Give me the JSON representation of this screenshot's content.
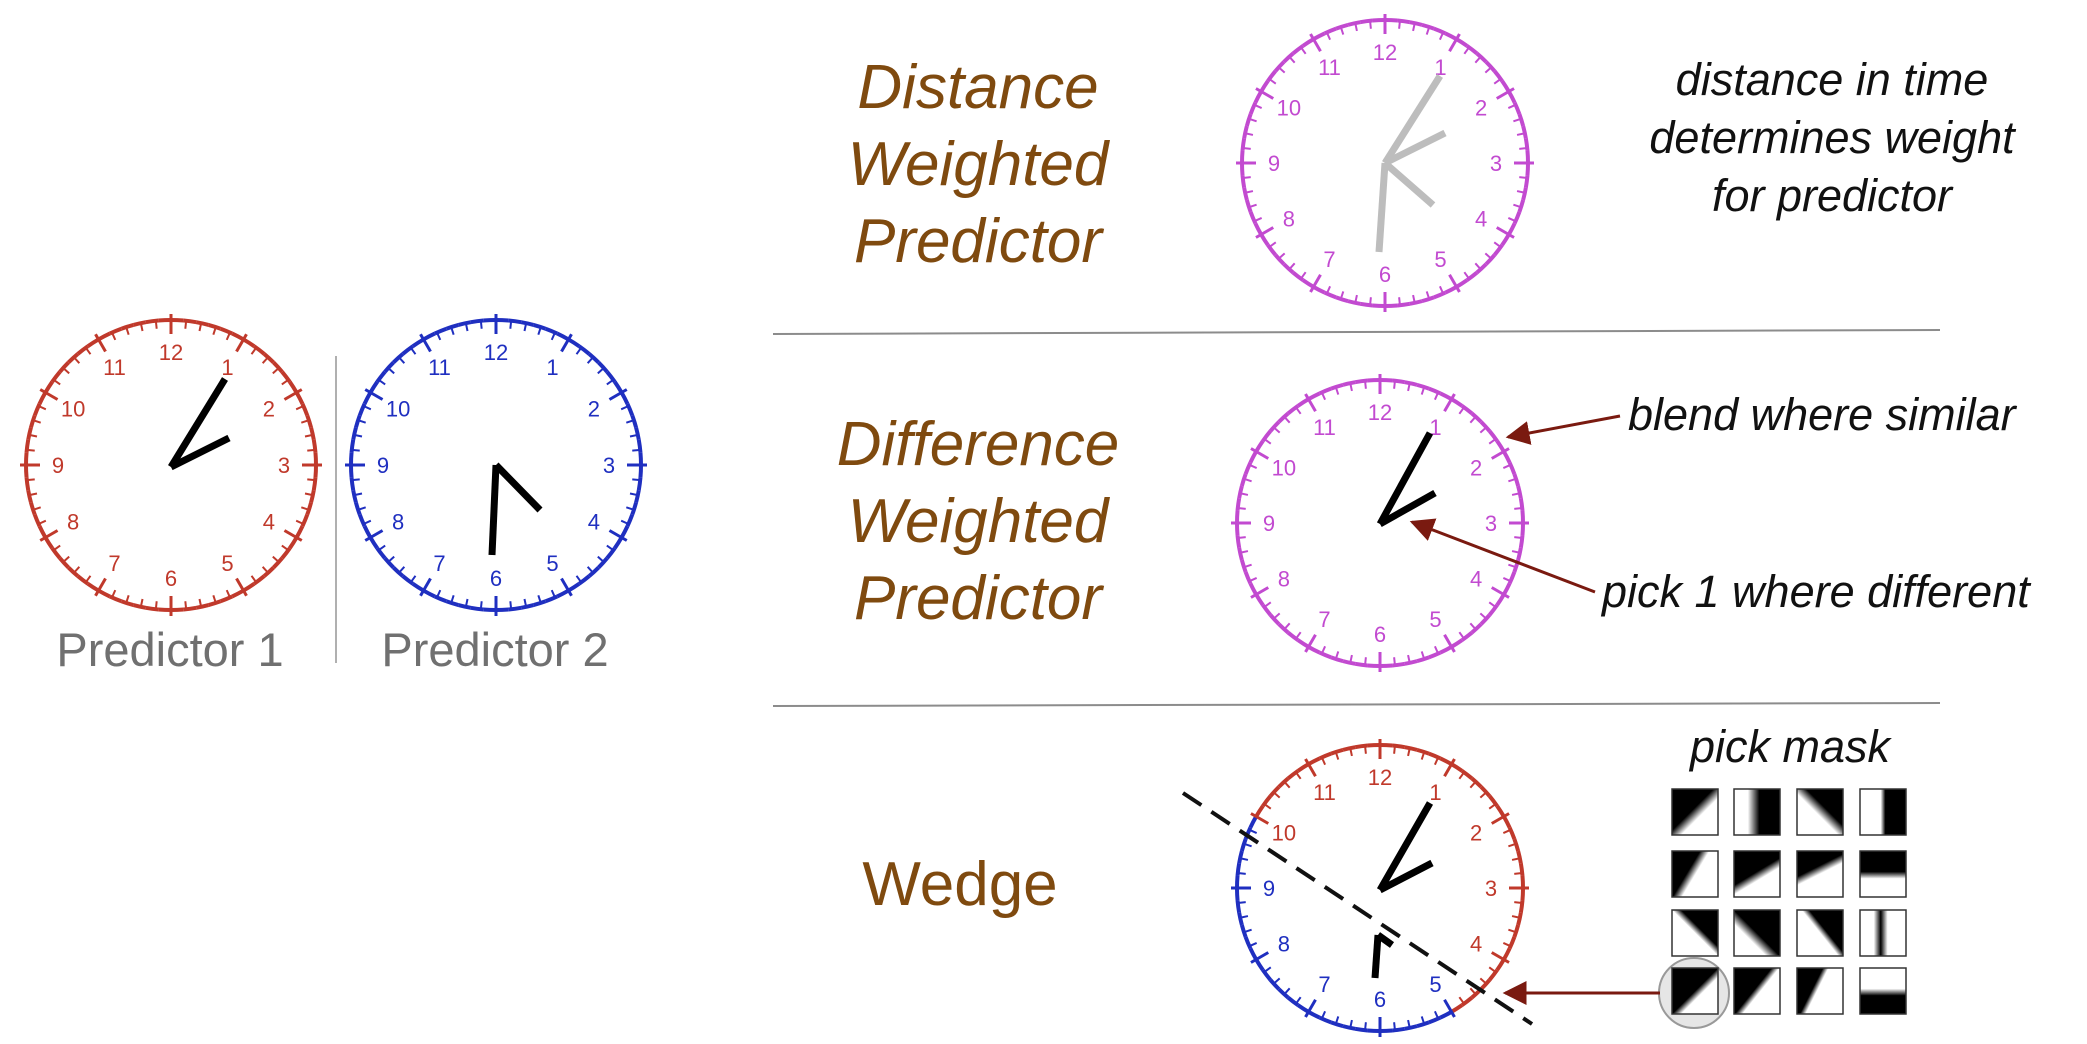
{
  "colors": {
    "predictor1": "#c0392b",
    "predictor2": "#1f2fc0",
    "blend": "#c24ad0",
    "hands_blend": "#bdbdbd",
    "title": "#7f4a0f",
    "arrow": "#7a1a10"
  },
  "predictors": [
    {
      "caption": "Predictor 1"
    },
    {
      "caption": "Predictor 2"
    }
  ],
  "rows": [
    {
      "title_lines": [
        "Distance",
        "Weighted",
        "Predictor"
      ],
      "note_lines": [
        "distance in time",
        "determines weight",
        "for predictor"
      ]
    },
    {
      "title_lines": [
        "Difference",
        "Weighted",
        "Predictor"
      ],
      "annotations": [
        "blend where similar",
        "pick 1 where different"
      ]
    },
    {
      "title_lines": [
        "Wedge"
      ],
      "mask_title": "pick mask"
    }
  ],
  "clock_numbers": [
    "12",
    "1",
    "2",
    "3",
    "4",
    "5",
    "6",
    "7",
    "8",
    "9",
    "10",
    "11"
  ],
  "icons": [
    "clock-face",
    "wedge-dashed-line",
    "mask-tile"
  ]
}
